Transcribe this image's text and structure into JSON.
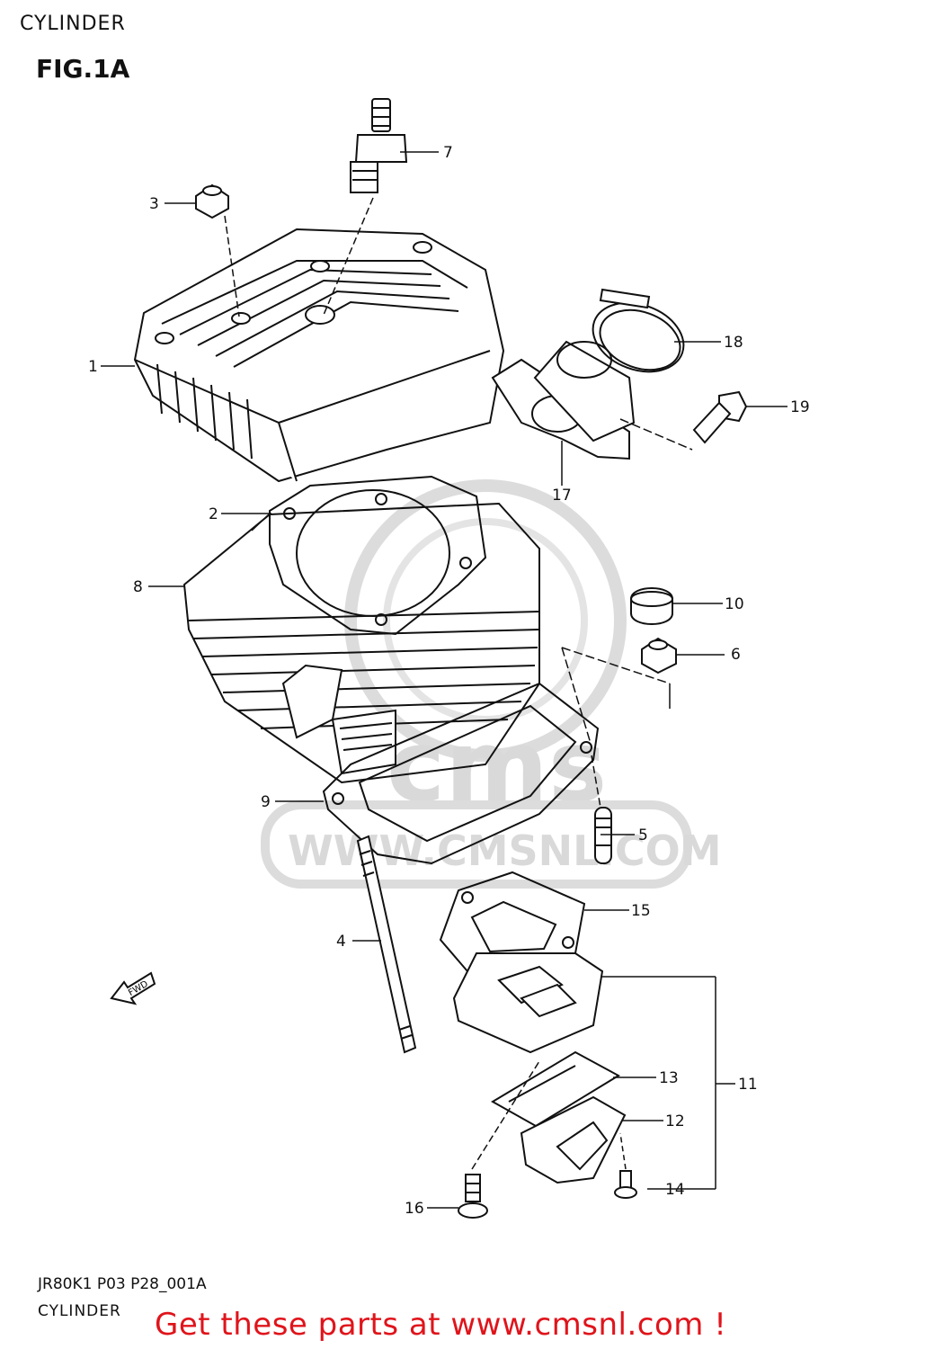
{
  "header": {
    "title": "CYLINDER",
    "figure": "FIG.1A"
  },
  "watermark": {
    "logo_text": "cms",
    "url_text": "WWW.CMSNL.COM"
  },
  "callouts": {
    "c1": "1",
    "c2": "2",
    "c3": "3",
    "c4": "4",
    "c5": "5",
    "c6": "6",
    "c7": "7",
    "c8": "8",
    "c9": "9",
    "c10": "10",
    "c11": "11",
    "c12": "12",
    "c13": "13",
    "c14": "14",
    "c15": "15",
    "c16": "16",
    "c17": "17",
    "c18": "18",
    "c19": "19"
  },
  "fwd_label": "FWD",
  "footer": {
    "code": "JR80K1 P03 P28_001A",
    "name": "CYLINDER",
    "cta": "Get these parts at www.cmsnl.com !"
  },
  "colors": {
    "line": "#111111",
    "watermark": "#d9d9d9",
    "cta": "#e0141b"
  }
}
